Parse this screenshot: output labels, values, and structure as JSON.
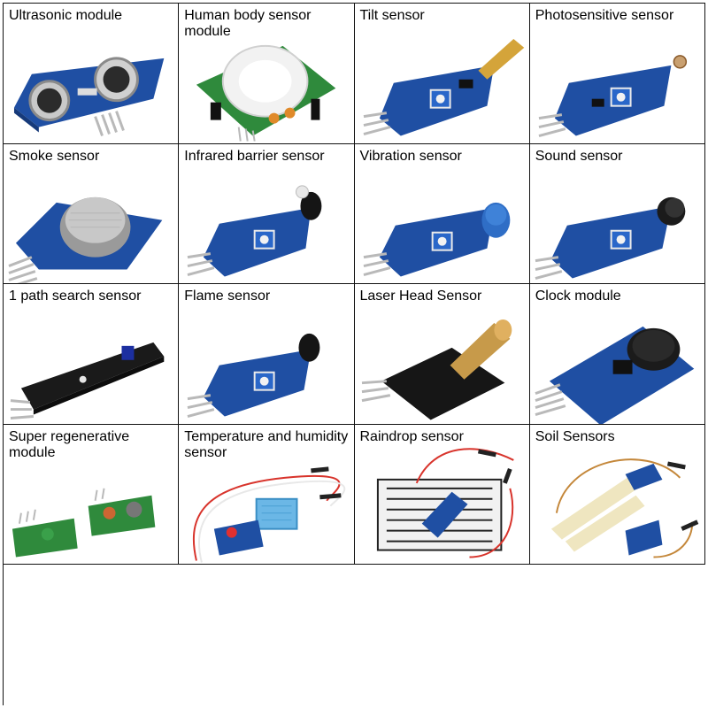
{
  "cells": [
    {
      "label": "Ultrasonic module"
    },
    {
      "label": "Human body sensor module"
    },
    {
      "label": "Tilt sensor"
    },
    {
      "label": "Photosensitive sensor"
    },
    {
      "label": "Smoke sensor"
    },
    {
      "label": "Infrared barrier sensor"
    },
    {
      "label": "Vibration sensor"
    },
    {
      "label": "Sound sensor"
    },
    {
      "label": "1 path search sensor"
    },
    {
      "label": "Flame sensor"
    },
    {
      "label": "Laser Head Sensor"
    },
    {
      "label": "Clock module"
    },
    {
      "label": "Super regenerative module"
    },
    {
      "label": "Temperature and humidity sensor"
    },
    {
      "label": "Raindrop sensor"
    },
    {
      "label": "Soil Sensors"
    }
  ],
  "colors": {
    "pcb_blue": "#1f4fa3",
    "pcb_green": "#2f8a3c",
    "pcb_black": "#1a1a1a",
    "pot_blue": "#2a67c9",
    "pin_silver": "#b9b9b9",
    "wire_red": "#d8342c",
    "wire_white": "#e8e8e8"
  }
}
